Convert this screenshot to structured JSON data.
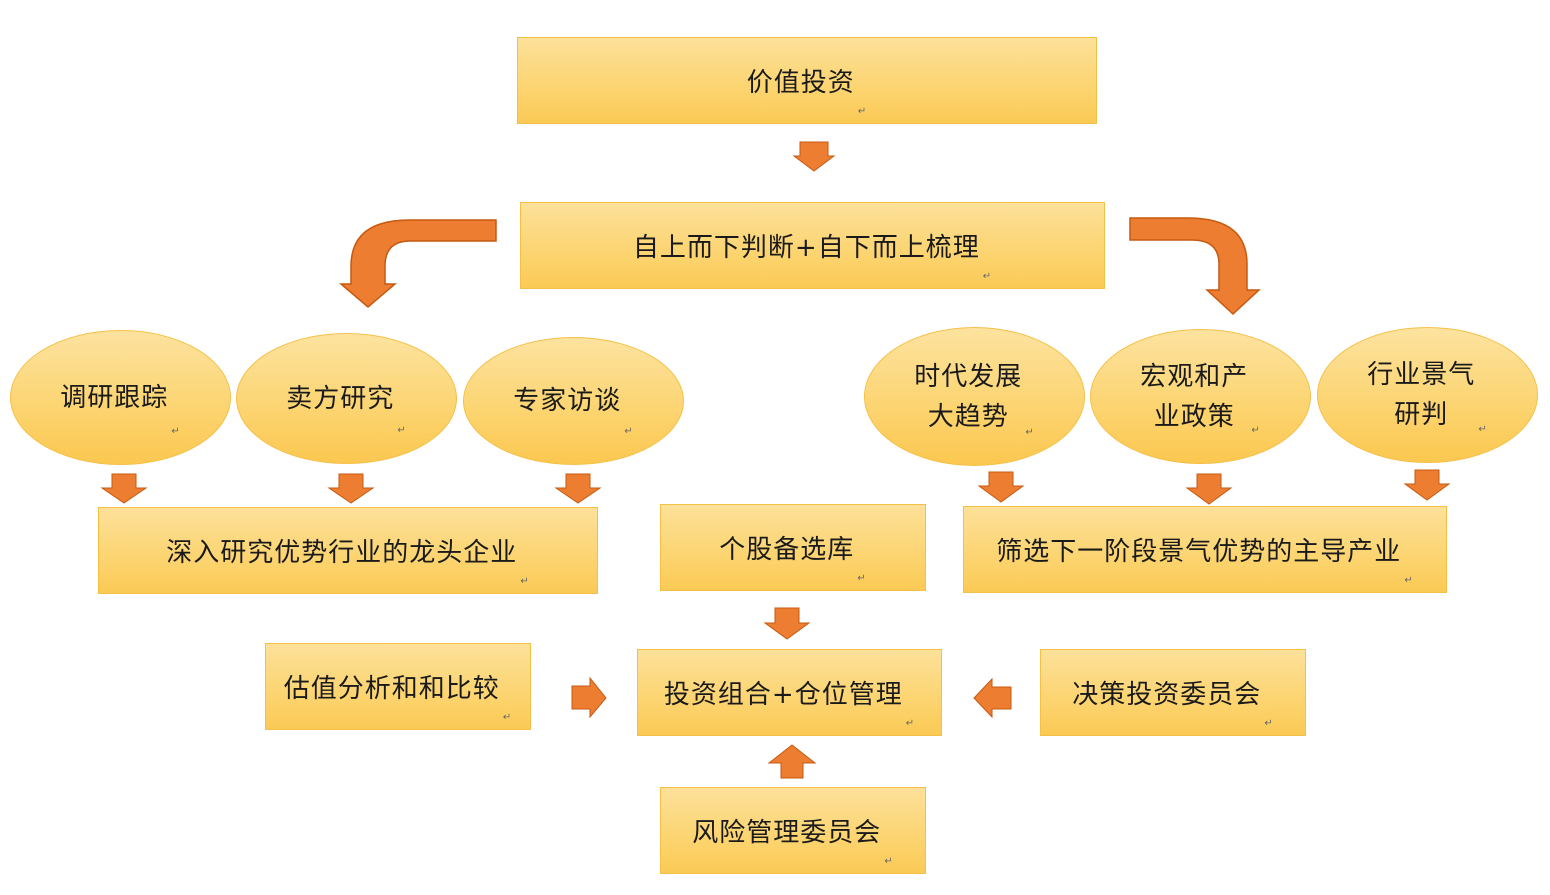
{
  "colors": {
    "box_fill": "#fcd573",
    "box_border": "#f5c048",
    "arrow_fill": "#ed7d31",
    "arrow_stroke": "#c55a11"
  },
  "nodes": {
    "value_investing": "价值投资",
    "top_down_bottom_up": "自上而下判断+自下而上梳理",
    "research_tracking": "调研跟踪",
    "sell_side_research": "卖方研究",
    "expert_interviews": "专家访谈",
    "era_trends": "时代发展\n大趋势",
    "macro_policy": "宏观和产\n业政策",
    "industry_outlook": "行业景气\n研判",
    "leading_companies": "深入研究优势行业的龙头企业",
    "stock_pool": "个股备选库",
    "leading_industries": "筛选下一阶段景气优势的主导产业",
    "valuation_analysis": "估值分析和和比较",
    "portfolio_management": "投资组合+仓位管理",
    "investment_committee": "决策投资委员会",
    "risk_committee": "风险管理委员会"
  },
  "paragraph_mark": "↵"
}
